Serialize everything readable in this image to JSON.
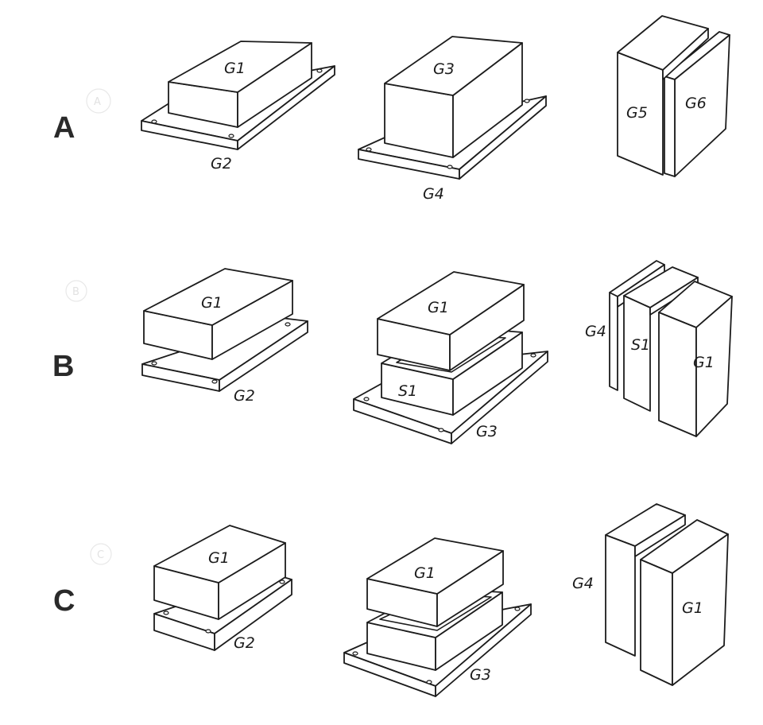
{
  "rows": [
    {
      "letter": "A",
      "circle_letter": "A",
      "labels": {
        "left_top": "G1",
        "left_base": "G2",
        "mid_top": "G3",
        "mid_base": "G4",
        "right_back": "G5",
        "right_front": "G6"
      }
    },
    {
      "letter": "B",
      "circle_letter": "B",
      "labels": {
        "left_top": "G1",
        "left_base": "G2",
        "mid_top": "G1",
        "mid_spacer": "S1",
        "mid_base": "G3",
        "right_g4": "G4",
        "right_s1": "S1",
        "right_g1": "G1"
      }
    },
    {
      "letter": "C",
      "circle_letter": "C",
      "labels": {
        "left_top": "G1",
        "left_base": "G2",
        "mid_top": "G1",
        "mid_base": "G3",
        "right_g4": "G4",
        "right_g1": "G1"
      }
    }
  ]
}
